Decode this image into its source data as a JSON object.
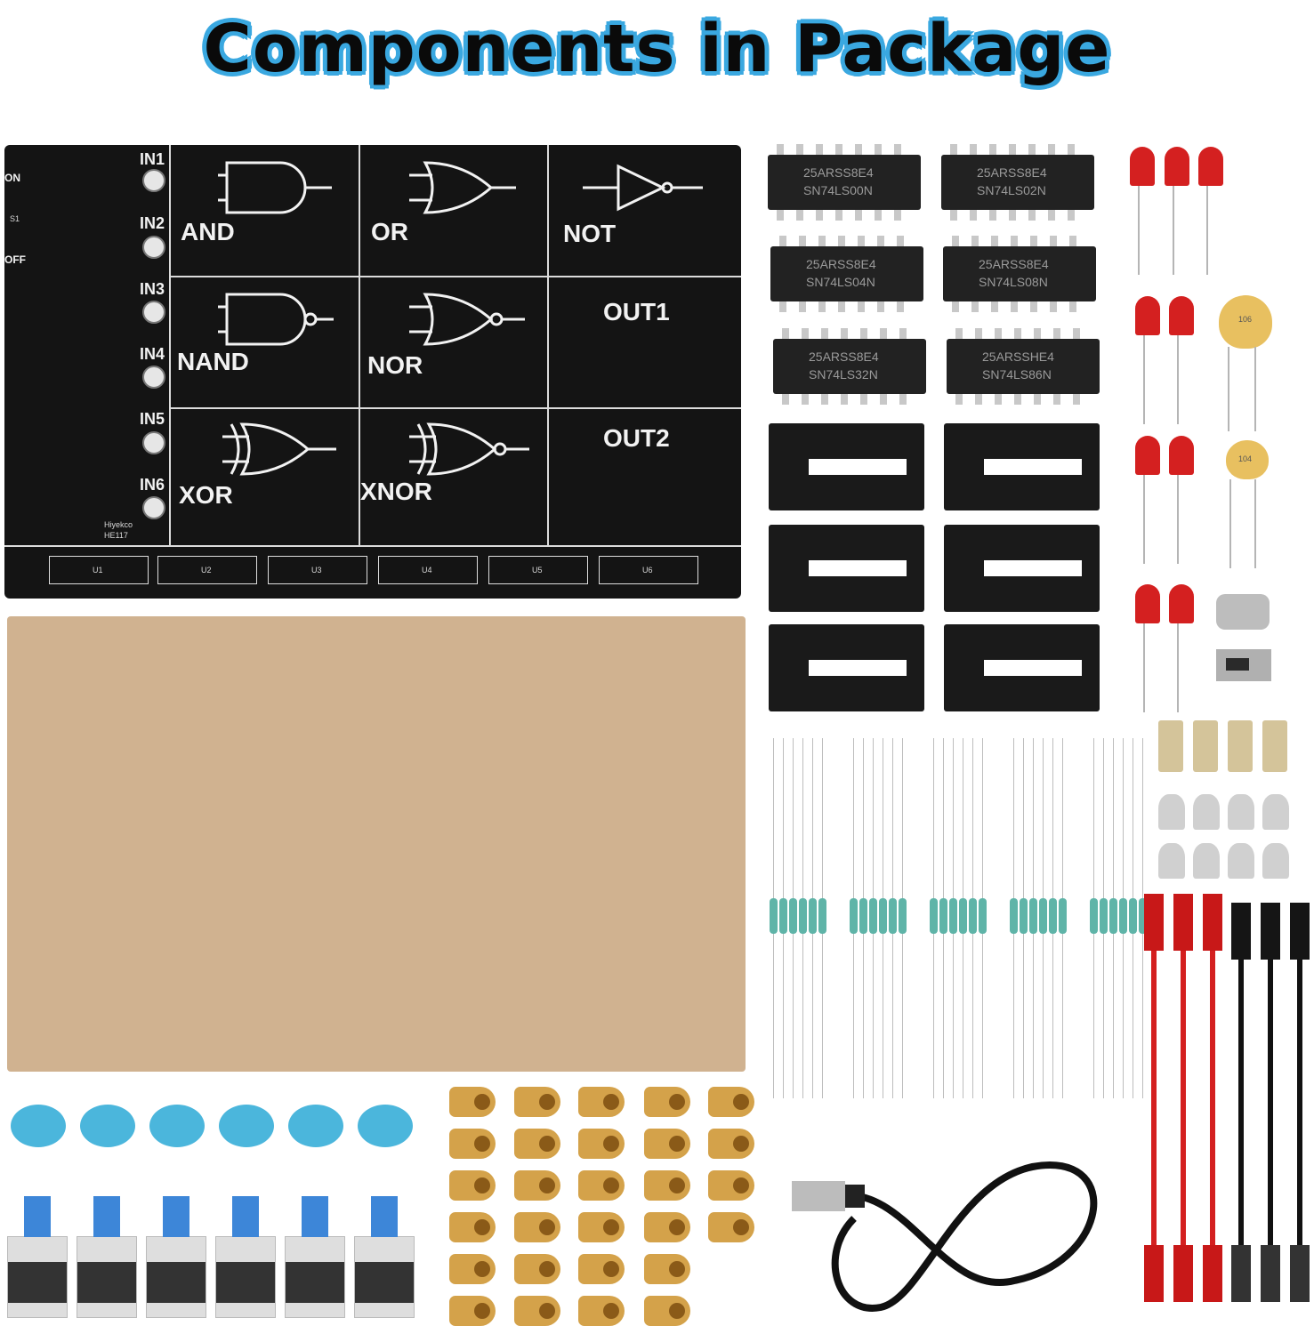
{
  "title": "Components in Package",
  "pcb": {
    "gates": [
      "AND",
      "OR",
      "NOT",
      "NAND",
      "NOR",
      "XOR",
      "XNOR"
    ],
    "outputs": [
      "OUT1",
      "OUT2"
    ],
    "inputs": [
      "IN1",
      "IN2",
      "IN3",
      "IN4",
      "IN5",
      "IN6"
    ],
    "power_on": "ON",
    "power_off": "OFF",
    "switch_label": "S1",
    "ic_slots": [
      "U1",
      "U2",
      "U3",
      "U4",
      "U5",
      "U6"
    ],
    "brand": "Hiyekco",
    "model": "HE117"
  },
  "chips": [
    {
      "lot": "25ARSS8E4",
      "part": "SN74LS00N"
    },
    {
      "lot": "25ARSS8E4",
      "part": "SN74LS02N"
    },
    {
      "lot": "25ARSS8E4",
      "part": "SN74LS04N"
    },
    {
      "lot": "25ARSS8E4",
      "part": "SN74LS08N"
    },
    {
      "lot": "25ARSS8E4",
      "part": "SN74LS32N"
    },
    {
      "lot": "25ARSSHE4",
      "part": "SN74LS86N"
    }
  ],
  "capacitors": [
    "106",
    "104"
  ],
  "colors": {
    "title_outline": "#3aa8e0",
    "pcb": "#141414",
    "acrylic": "#d0b290",
    "led": "#d42020",
    "button_cap": "#4bb6dc"
  }
}
